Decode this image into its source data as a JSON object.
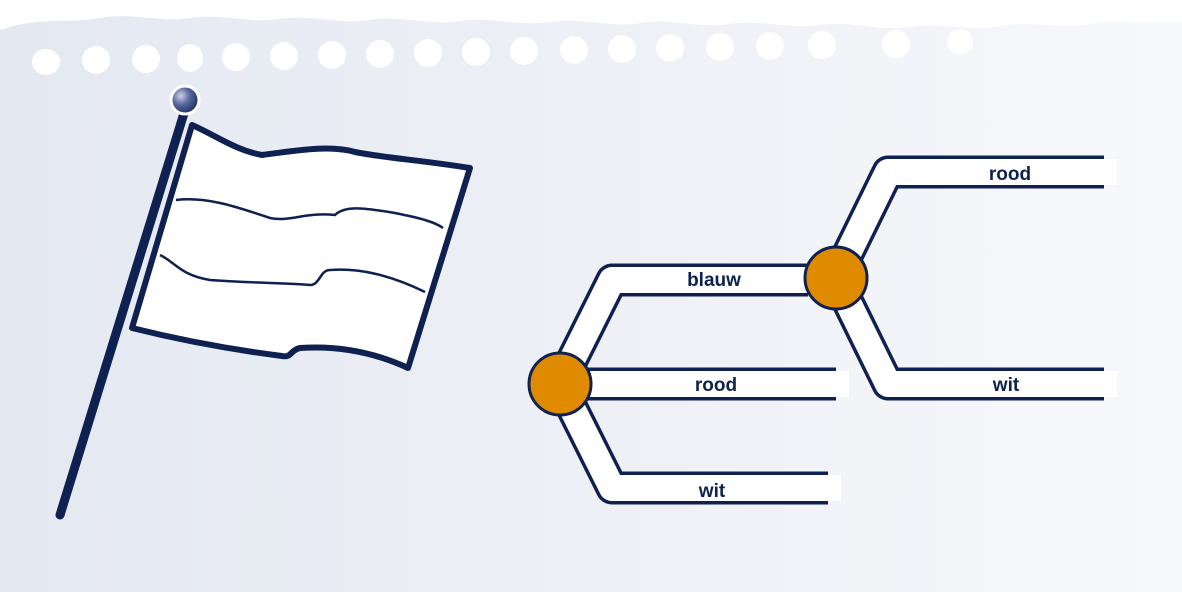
{
  "colors": {
    "background_left": "#e4e8f1",
    "background_right": "#f7f8fb",
    "paper_edge": "#ffffff",
    "ink": "#0f2150",
    "flag_fill": "#ffffff",
    "node_fill": "#e08a00",
    "pole_knob": "#4a5a8c"
  },
  "flag": {
    "stripes": 3,
    "colored": false
  },
  "tree": {
    "first_level": [
      {
        "label": "blauw"
      },
      {
        "label": "rood"
      },
      {
        "label": "wit"
      }
    ],
    "second_level": [
      {
        "label": "rood"
      },
      {
        "label": "wit"
      }
    ]
  }
}
